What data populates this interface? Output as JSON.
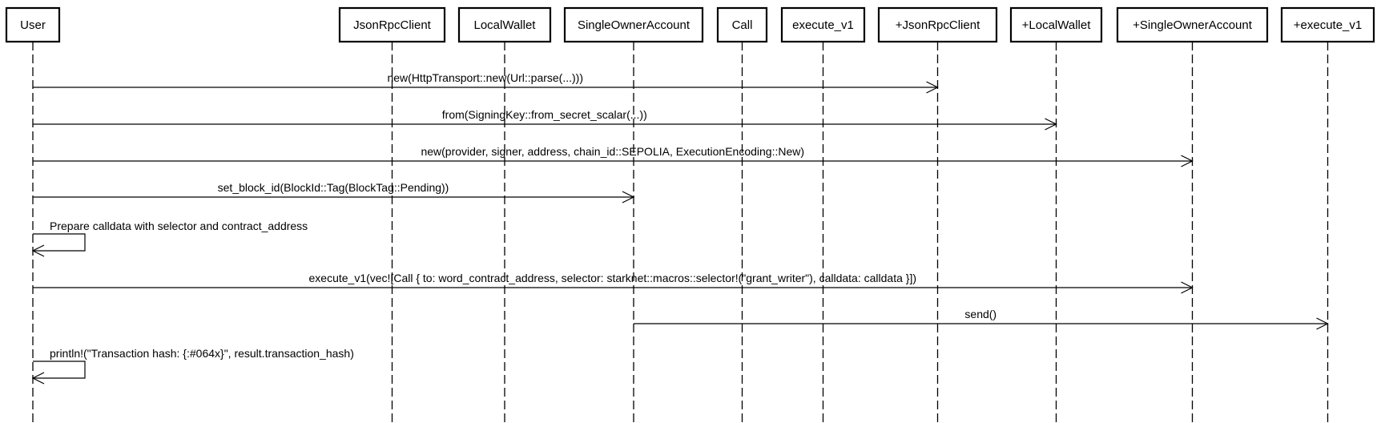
{
  "participants": [
    {
      "id": "user",
      "label": "User"
    },
    {
      "id": "jsonrpcclient",
      "label": "JsonRpcClient"
    },
    {
      "id": "localwallet",
      "label": "LocalWallet"
    },
    {
      "id": "singleowneraccount",
      "label": "SingleOwnerAccount"
    },
    {
      "id": "call",
      "label": "Call"
    },
    {
      "id": "execute_v1",
      "label": "execute_v1"
    },
    {
      "id": "new_jsonrpcclient",
      "label": "+JsonRpcClient"
    },
    {
      "id": "new_localwallet",
      "label": "+LocalWallet"
    },
    {
      "id": "new_singleowneraccount",
      "label": "+SingleOwnerAccount"
    },
    {
      "id": "new_execute_v1",
      "label": "+execute_v1"
    }
  ],
  "messages": [
    {
      "from": "user",
      "to": "new_jsonrpcclient",
      "label": "new(HttpTransport::new(Url::parse(...)))"
    },
    {
      "from": "user",
      "to": "new_localwallet",
      "label": "from(SigningKey::from_secret_scalar(...))"
    },
    {
      "from": "user",
      "to": "new_singleowneraccount",
      "label": "new(provider, signer, address, chain_id::SEPOLIA, ExecutionEncoding::New)"
    },
    {
      "from": "user",
      "to": "singleowneraccount",
      "label": "set_block_id(BlockId::Tag(BlockTag::Pending))"
    },
    {
      "from": "user",
      "to": "user",
      "label": "Prepare calldata with selector and contract_address"
    },
    {
      "from": "user",
      "to": "new_singleowneraccount",
      "label": "execute_v1(vec![Call { to: word_contract_address, selector: starknet::macros::selector!(\"grant_writer\"), calldata: calldata }])"
    },
    {
      "from": "singleowneraccount",
      "to": "new_execute_v1",
      "label": "send()"
    },
    {
      "from": "user",
      "to": "user",
      "label": "println!(\"Transaction hash: {:#064x}\", result.transaction_hash)"
    }
  ]
}
